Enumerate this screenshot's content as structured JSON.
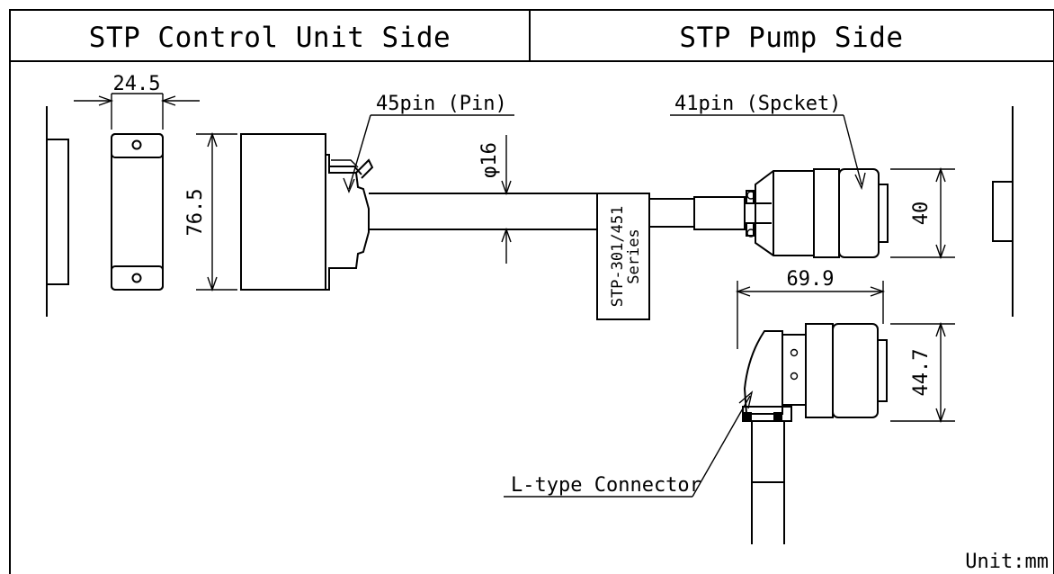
{
  "header": {
    "left_title": "STP Control Unit Side",
    "right_title": "STP Pump Side"
  },
  "dimensions": {
    "width_left": "24.5",
    "height_left": "76.5",
    "cable_diameter": "φ16",
    "height_right": "40",
    "l_width": "69.9",
    "l_height": "44.7"
  },
  "labels": {
    "connector_45": "45pin (Pin)",
    "connector_41": "41pin (Spcket)",
    "series_line1": "STP-301/451",
    "series_line2": "Series",
    "l_connector": "L-type Connector",
    "unit": "Unit:mm"
  }
}
